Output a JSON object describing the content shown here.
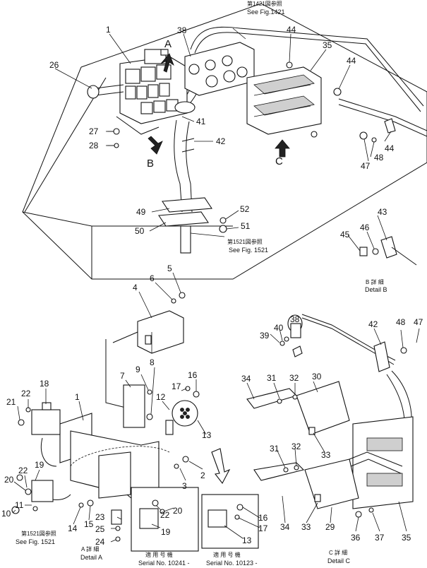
{
  "references": {
    "fig1421_jp": "第1421図参照",
    "fig1421_en": "See Fig.1421",
    "fig1521_top_jp": "第1521図参照",
    "fig1521_top_en": "See Fig. 1521",
    "fig1521_left_jp": "第1521図参照",
    "fig1521_left_en": "See Fig. 1521"
  },
  "views": {
    "A": "A",
    "B": "B",
    "C": "C"
  },
  "details": {
    "a_jp": "A 詳 細",
    "a_en": "Detail A",
    "b_jp": "B 詳 細",
    "b_en": "Detail B",
    "c_jp": "C 詳 細",
    "c_en": "Detail C"
  },
  "serials": {
    "s1_jp": "適 用 号 機",
    "s1_en": "Serial No. 10241 -",
    "s2_jp": "適 用 号 機",
    "s2_en": "Serial No. 10123 -"
  },
  "callouts": {
    "c1a": "1",
    "c26": "26",
    "c38a": "38",
    "c44a": "44",
    "c35a": "35",
    "c44b": "44",
    "c27": "27",
    "c28": "28",
    "c41": "41",
    "c42a": "42",
    "c44c": "44",
    "c48a": "48",
    "c47a": "47",
    "c49": "49",
    "c50": "50",
    "c52": "52",
    "c51": "51",
    "c43": "43",
    "c46": "46",
    "c45": "45",
    "c5": "5",
    "c6": "6",
    "c4": "4",
    "c38b": "38",
    "c40": "40",
    "c39": "39",
    "c42b": "42",
    "c48b": "48",
    "c47b": "47",
    "c18": "18",
    "c22a": "22",
    "c21": "21",
    "c1b": "1",
    "c7": "7",
    "c9": "9",
    "c8": "8",
    "c16a": "16",
    "c17a": "17",
    "c12": "12",
    "c13a": "13",
    "c34a": "34",
    "c31a": "31",
    "c32a": "32",
    "c30": "30",
    "c19a": "19",
    "c22b": "22",
    "c20a": "20",
    "c11": "11",
    "c10": "10",
    "c14": "14",
    "c15": "15",
    "c23": "23",
    "c25": "25",
    "c24": "24",
    "c3": "3",
    "c2": "2",
    "c22c": "22",
    "c20b": "20",
    "c19b": "19",
    "c16b": "16",
    "c17b": "17",
    "c13b": "13",
    "c31b": "31",
    "c32b": "32",
    "c33a": "33",
    "c34b": "34",
    "c33b": "33",
    "c29": "29",
    "c36": "36",
    "c37": "37",
    "c35b": "35"
  }
}
